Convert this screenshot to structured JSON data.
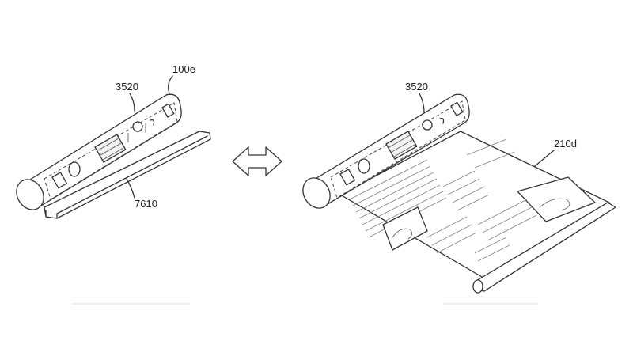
{
  "labels": {
    "left_device": "100e",
    "left_display_region": "3520",
    "left_base": "7610",
    "right_display_region": "3520",
    "right_screen": "210d"
  },
  "icons": {
    "transition_arrow": "double-headed-arrow",
    "face": "face-icon",
    "phone": "phone-icon",
    "document": "document-icon",
    "keypad": "keypad-icon"
  },
  "colors": {
    "line": "#333333",
    "background": "#ffffff"
  }
}
